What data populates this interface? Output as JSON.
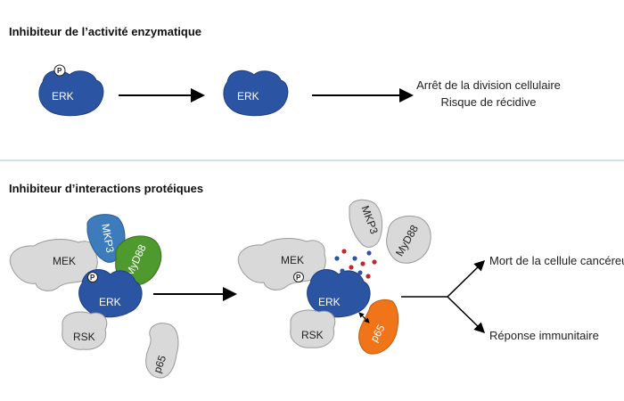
{
  "section1": {
    "title": "Inhibiteur de l’activité enzymatique",
    "erk_label": "ERK",
    "phospho": "P",
    "outcomes": [
      "Arrêt de la division cellulaire",
      "Risque de récidive"
    ]
  },
  "section2": {
    "title": "Inhibiteur d’interactions protéiques",
    "left_complex": {
      "mek": "MEK",
      "mkp3": "MKP3",
      "myd88": "MyD88",
      "erk": "ERK",
      "rsk": "RSK",
      "p65": "p65",
      "phospho": "P"
    },
    "right_complex": {
      "mek": "MEK",
      "mkp3": "MKP3",
      "myd88": "MyD88",
      "erk": "ERK",
      "rsk": "RSK",
      "p65": "p65",
      "phospho": "P"
    },
    "outcomes": [
      "Mort de la cellule cancéreuse",
      "Réponse immunitaire"
    ]
  },
  "colors": {
    "erk": "#2b55a3",
    "mkp3": "#3d7bbd",
    "myd88": "#4f9a2e",
    "p65_active": "#f07518",
    "gray_protein": "#d9d9d9",
    "divider": "#a8bfd9"
  }
}
